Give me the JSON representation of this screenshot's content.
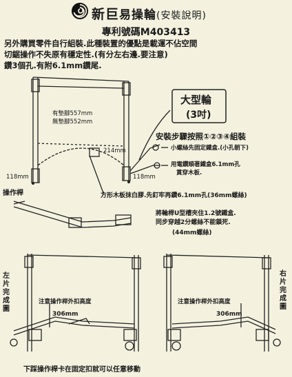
{
  "header": {
    "brand": "新巨",
    "title": "易操輪",
    "subtitle": "(安裝說明)",
    "patent": "專利號碼M403413"
  },
  "description": [
    "另外購買零件自行組裝.此種裝置的優點是載運不佔空間",
    "切鋸操作不失原有穩定性.(有分左右邊.要注意)",
    "鑽3個孔.有附6.1mm鑽尾."
  ],
  "figure": {
    "dim_with_pad": "有墊腳557mm",
    "dim_no_pad": "無墊腳552mm",
    "dim_214": "214mm",
    "dim_118_left": "118mm",
    "dim_118_right": "118mm",
    "wheel_box_line1": "大型輪",
    "wheel_box_line2": "(3吋)",
    "steps_title": "安裝步驟按照①②③④組裝",
    "step1": "小螺絲先固定鐵盒.(小孔朝下)",
    "step2_line1": "用電鑽順著鐵盒6.1mm孔",
    "step2_line2": "貫穿木板.",
    "step3": "方形木板抹白膠.先釘牢再鑽6.1mm孔(36mm螺絲)",
    "step4_line1": "將輪桿U型槽夾住1.2號鐵盒.",
    "step4_line2": "同步穿越2分螺絲不能鎖死.",
    "step4_line3": "(44mm螺絲)",
    "lever_label": "操作桿",
    "left_done": "左片完成圖",
    "right_done": "右片完成圖",
    "note_left": "注意操作桿外扣高度",
    "note_right": "注意操作桿外扣高度",
    "dim_306_left": "306mm",
    "dim_306_right": "306mm"
  },
  "footer": {
    "text": "下踩操作桿卡在固定扣就可以任意移動"
  }
}
